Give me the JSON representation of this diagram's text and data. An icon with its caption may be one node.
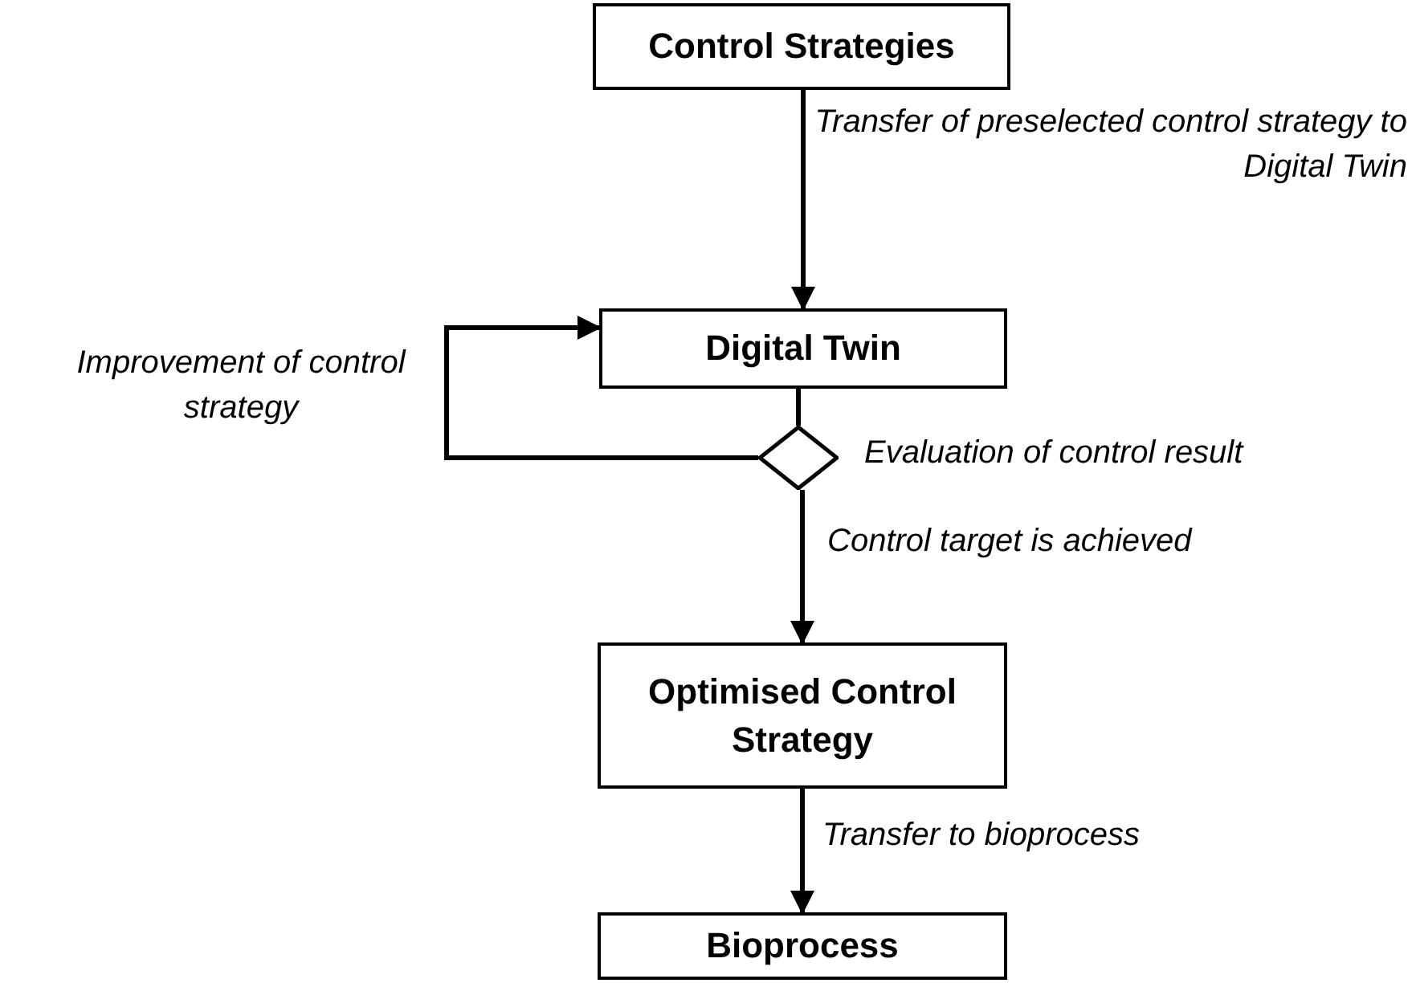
{
  "diagram": {
    "nodes": [
      {
        "text": [
          "Control Strategies"
        ]
      },
      {
        "text": [
          "Digital Twin"
        ]
      },
      {
        "text": [],
        "shape": "diamond",
        "beside": [
          "Evaluation of control result"
        ]
      },
      {
        "text": [
          "Optimised Control Strategy"
        ]
      },
      {
        "text": [
          "Bioprocess"
        ]
      }
    ],
    "edges": [
      {
        "from": 0,
        "to": 1,
        "arrow": "to",
        "label": "Transfer of preselected control strategy to Digital Twin"
      },
      {
        "from": 1,
        "to": 2,
        "arrow": "none"
      },
      {
        "from": 2,
        "to": 1,
        "arrow": "to",
        "label": "Improvement of control strategy"
      },
      {
        "from": 2,
        "to": 3,
        "arrow": "to",
        "label": "Control target is achieved"
      },
      {
        "from": 3,
        "to": 4,
        "arrow": "to",
        "label": "Transfer to bioprocess"
      }
    ]
  }
}
